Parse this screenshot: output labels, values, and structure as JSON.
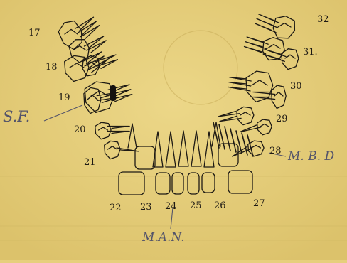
{
  "diagram": {
    "tooth_numbers_upper_left": [
      "17",
      "18",
      "19",
      "20",
      "21"
    ],
    "tooth_numbers_upper_right": [
      "32",
      "31.",
      "30",
      "29",
      "28"
    ],
    "tooth_numbers_front": [
      "22",
      "23",
      "24",
      "25",
      "26",
      "27"
    ],
    "annotations": {
      "left": "S.F.",
      "right": "M. B. D",
      "bottom": "M.A.N."
    },
    "colors": {
      "paper": "#e6cf7c",
      "ink": "#1e1a14",
      "pencil": "#54546a"
    }
  }
}
